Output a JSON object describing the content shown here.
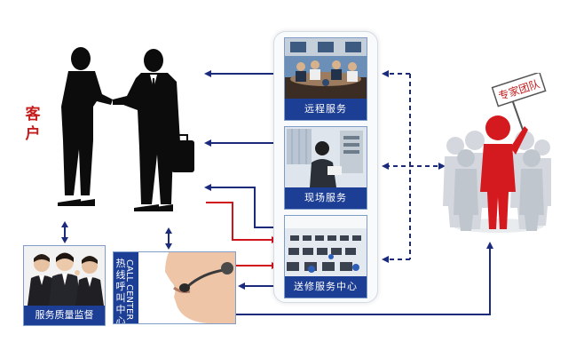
{
  "customer": {
    "label": "客户"
  },
  "services": [
    {
      "label": "远程服务"
    },
    {
      "label": "现场服务"
    },
    {
      "label": "送修服务中心"
    }
  ],
  "quality": {
    "label": "服务质量监督"
  },
  "hotline": {
    "cn": "热线呼叫中心",
    "en": "CALL CENTER"
  },
  "experts": {
    "sign": "专家团队"
  },
  "colors": {
    "navy": "#1d3e95",
    "red": "#c51d1d",
    "arrow_red": "#d0141b",
    "arrow_blue": "#1b2a7a"
  }
}
